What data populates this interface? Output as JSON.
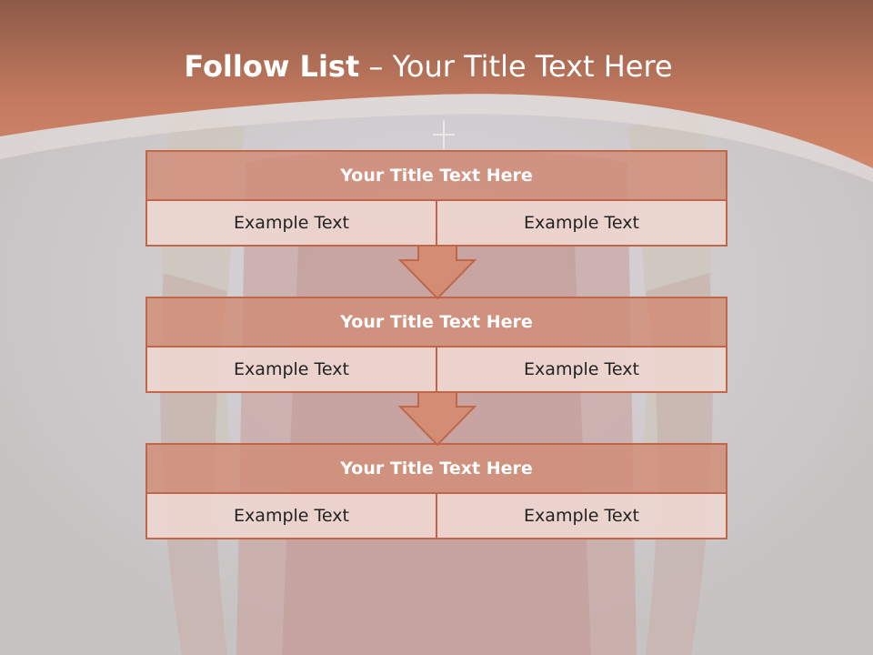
{
  "slide": {
    "title_bold": "Follow List",
    "title_rest": " – Your Title Text Here"
  },
  "steps": [
    {
      "title": "Your Title Text Here",
      "left": "Example Text",
      "right": "Example Text"
    },
    {
      "title": "Your Title Text Here",
      "left": "Example Text",
      "right": "Example Text"
    },
    {
      "title": "Your Title Text Here",
      "left": "Example Text",
      "right": "Example Text"
    }
  ],
  "colors": {
    "header": "#c47a5f",
    "box_title": "#d38d74",
    "box_cell": "#eed6d0",
    "border": "#c0674a"
  }
}
